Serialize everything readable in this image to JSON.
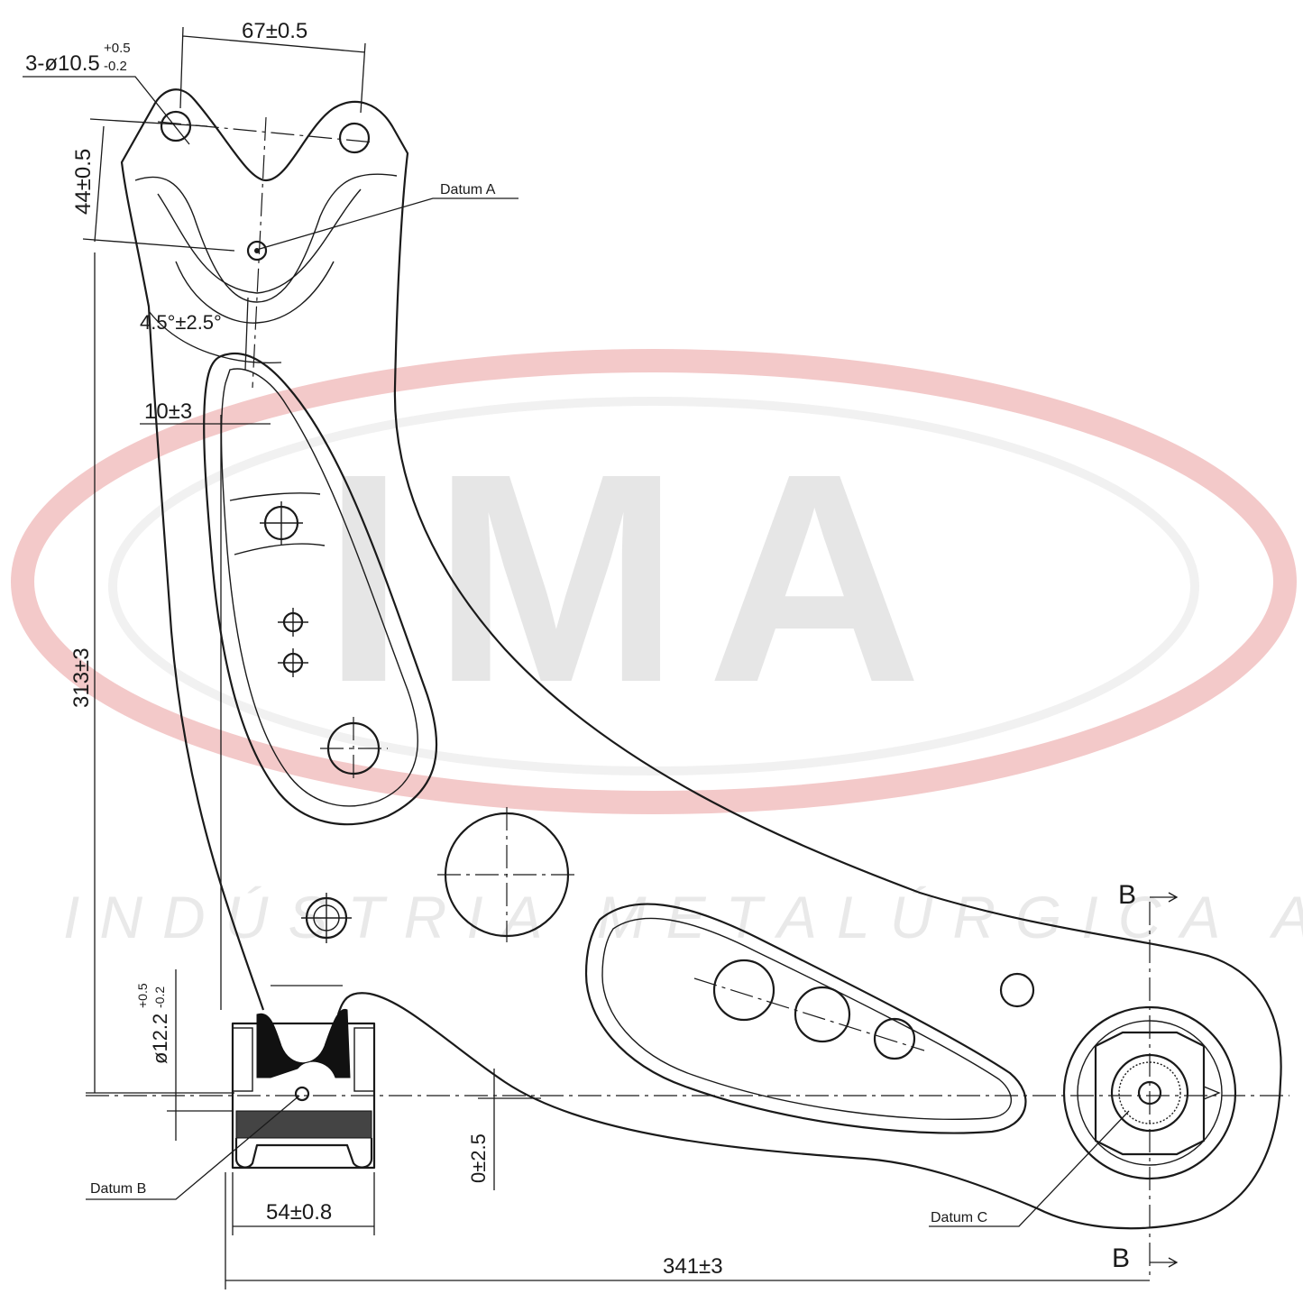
{
  "watermark": {
    "logo_text": "IMA",
    "subtitle": "INDÚSTRIA METALÚRGICA ALLI",
    "ring_color": "#f3c9c9"
  },
  "dimensions": {
    "hole_spec_main": "3-ø10.5",
    "hole_spec_upper_tol": "+0.5",
    "hole_spec_lower_tol": "-0.2",
    "top_hole_spacing": "67±0.5",
    "top_vertical": "44±0.5",
    "angle": "4.5°±2.5°",
    "offset": "10±3",
    "overall_height": "313±3",
    "bushing_dia_main": "ø12.2",
    "bushing_dia_upper_tol": "+0.5",
    "bushing_dia_lower_tol": "-0.2",
    "vertical_offset": "0±2.5",
    "bushing_width": "54±0.8",
    "overall_length": "341±3"
  },
  "datums": {
    "a": "Datum A",
    "b": "Datum B",
    "c": "Datum C"
  },
  "section": {
    "top_label": "B",
    "bottom_label": "B"
  }
}
